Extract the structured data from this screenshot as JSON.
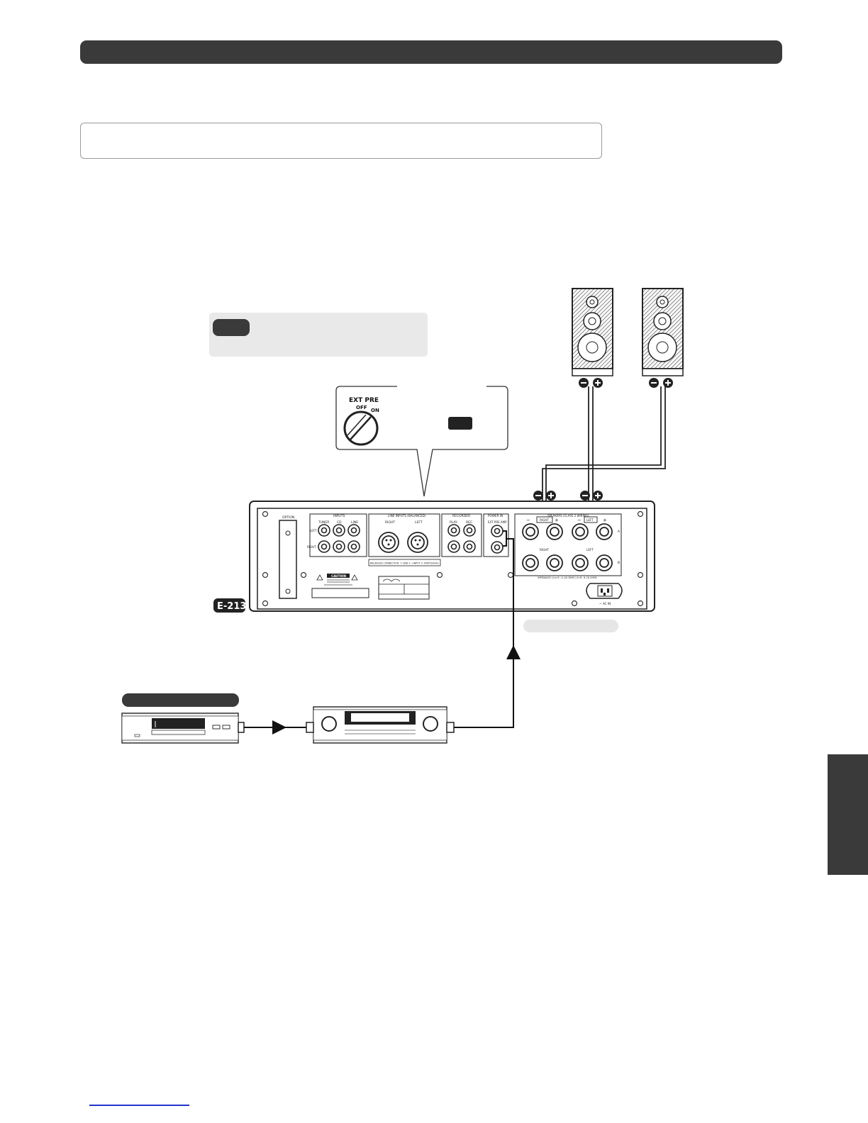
{
  "diagram": {
    "callout": {
      "switch_title": "EXT PRE",
      "switch_off": "OFF",
      "switch_on": "ON"
    },
    "amplifier": {
      "model_badge": "E-213",
      "inputs_header": "INPUTS",
      "tuner": "TUNER",
      "cd": "CD",
      "line": "LINE",
      "left": "LEFT",
      "right": "RIGHT",
      "line_inputs_balanced": "LINE INPUTS (BALANCED)",
      "right_upper": "RIGHT",
      "left_upper": "LEFT",
      "recorder": "RECORDER",
      "play": "PLAY",
      "rec": "REC",
      "power_in": "POWER IN",
      "ext_pre_amp": "EXT PRE AMP",
      "speakers_header": "SPEAKERS (CLASS 2 WIRING)",
      "balanced_connection": "BALANCED CONNECTION: ① GND ② +INPUT ③ -INPUT(HIGH)",
      "caution": "CAUTION",
      "option": "OPTION",
      "ac_in": "~ AC IN",
      "impedance": "IMPEDANCE: A or B : 4–16 OHMS / A+B : 8–16 OHMS",
      "minus": "−",
      "plus": "+",
      "terminal_a": "A",
      "terminal_b": "B"
    }
  },
  "colors": {
    "dark_bar": "#3a3a3a",
    "light_panel": "#e9e9e9",
    "link_underline": "#2233cc"
  }
}
